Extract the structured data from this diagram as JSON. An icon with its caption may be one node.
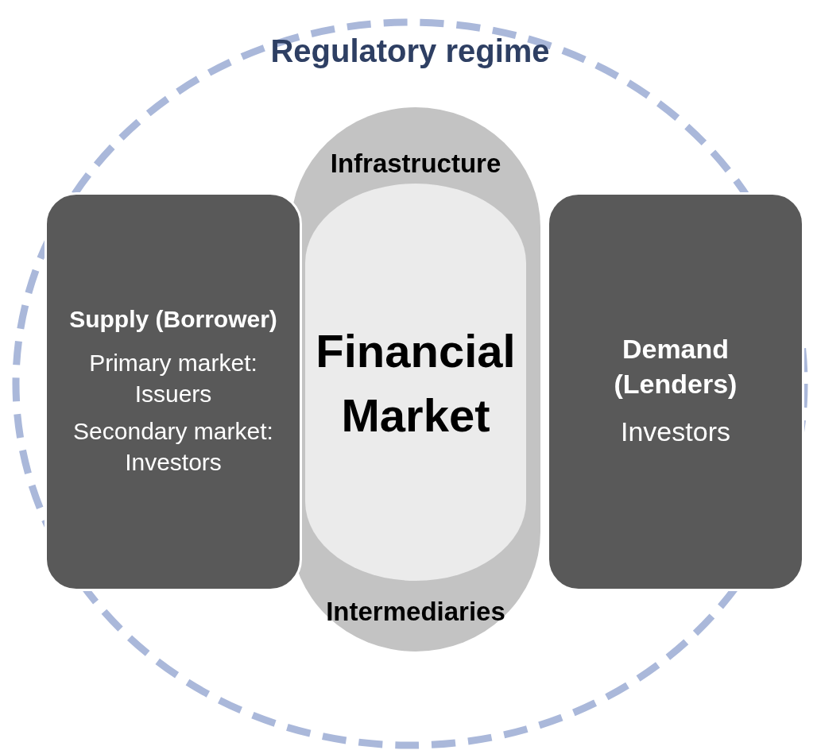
{
  "diagram": {
    "nodes": [
      {
        "text": [
          "Regulatory regime"
        ]
      },
      {
        "text": [
          "Infrastructure",
          "Intermediaries"
        ],
        "in": 0
      },
      {
        "text": [
          "Financial Market"
        ],
        "in": 1
      },
      {
        "text": [
          "Supply (Borrower)",
          "Primary market: Issuers",
          "Secondary market: Investors"
        ],
        "in": 0
      },
      {
        "text": [
          "Demand (Lenders)",
          "Investors"
        ],
        "in": 0
      }
    ],
    "edges": []
  }
}
